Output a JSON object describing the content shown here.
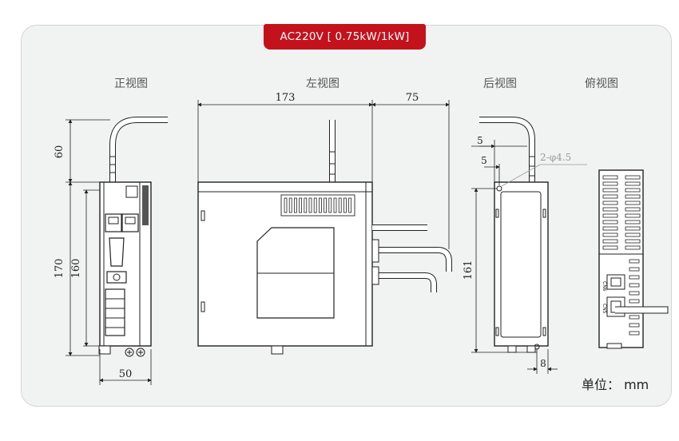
{
  "header": {
    "spec_label": "AC220V [ 0.75kW/1kW]"
  },
  "views": {
    "front": "正视图",
    "left": "左视图",
    "rear": "后视图",
    "top": "俯视图"
  },
  "dimensions": {
    "front_cable_height": "60",
    "front_total_height": "170",
    "front_body_height": "160",
    "front_width": "50",
    "left_depth": "173",
    "left_connector_depth": "75",
    "rear_offset_a": "5",
    "rear_offset_b": "5",
    "rear_hole": "2-φ4.5",
    "rear_hole_spacing": "161",
    "rear_bottom": "8"
  },
  "unit_label": "单位： mm",
  "colors": {
    "tag": "#c4121d",
    "card": "#f1f2f2",
    "line": "#222222"
  }
}
